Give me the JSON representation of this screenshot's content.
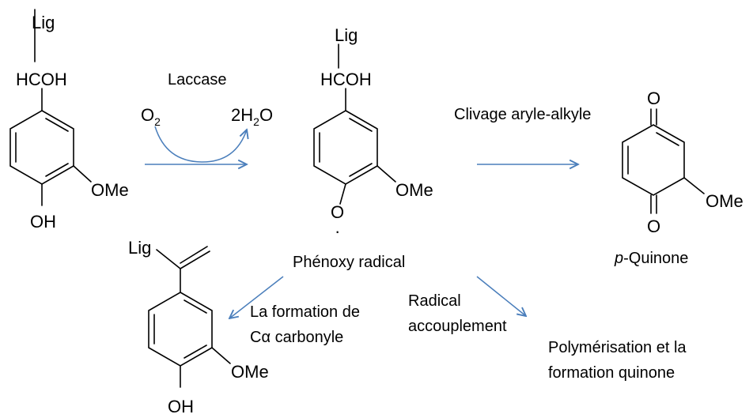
{
  "enzyme_label": "Laccase",
  "oxygen": {
    "main": "O",
    "sub": "2"
  },
  "water": {
    "coef": "2",
    "h": "H",
    "sub": "2",
    "o": "O"
  },
  "cleavage_label": "Clivage aryle-alkyle",
  "radical_label": "Phénoxy radical",
  "quinone_label": {
    "prefix": "p",
    "rest": "-Quinone"
  },
  "coupling_label": [
    "Radical",
    "accouplement"
  ],
  "carbonyl_label": [
    "La formation de",
    "Cα carbonyle"
  ],
  "polymer_label": [
    "Polymérisation et la",
    "formation quinone"
  ],
  "atoms": {
    "lig": "Lig",
    "hcoh": "HCOH",
    "ome": "OMe",
    "oh": "OH",
    "o": "O",
    "dot": "·"
  },
  "colors": {
    "arrow": "#4a7ebb",
    "ink": "#000000"
  }
}
